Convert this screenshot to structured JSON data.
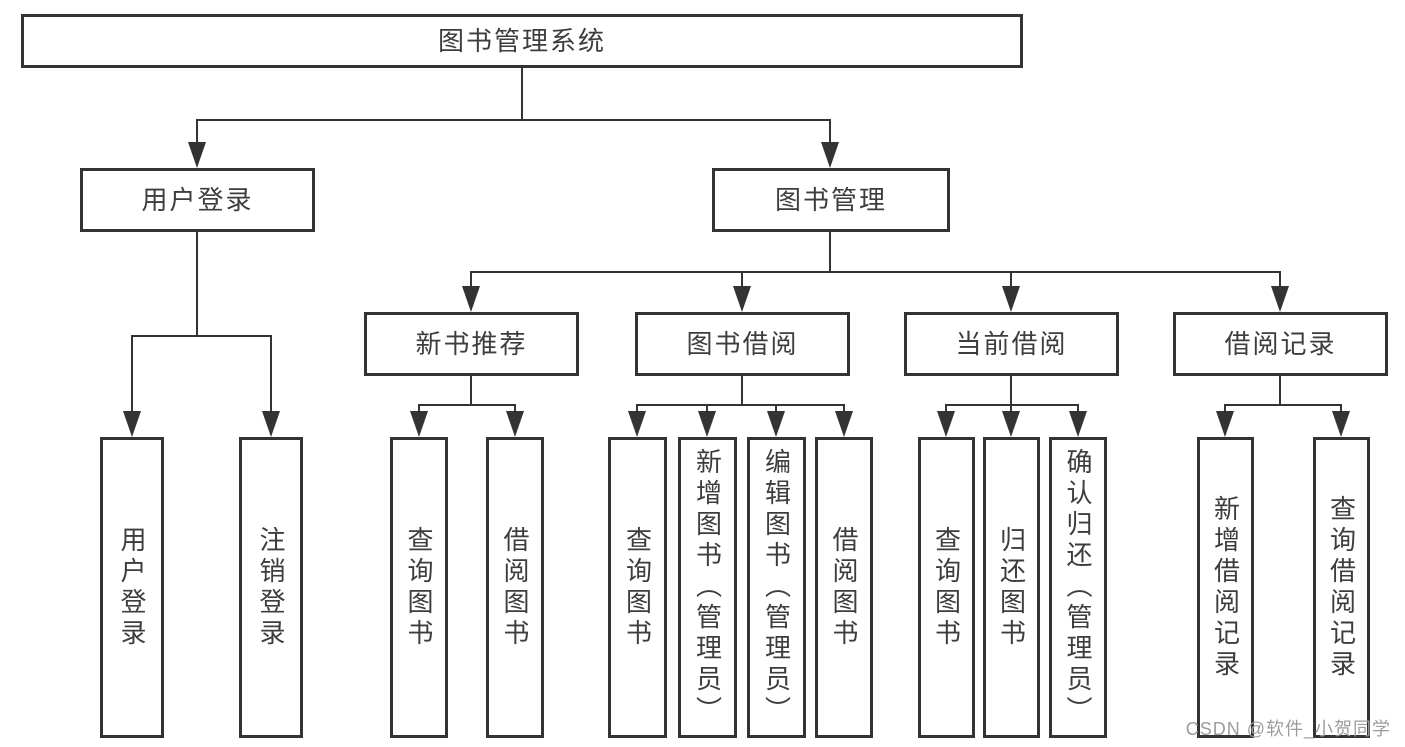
{
  "diagram": {
    "root": "图书管理系统",
    "branches": {
      "user_login": {
        "label": "用户登录",
        "children": {
          "login": "用户登录",
          "logout": "注销登录"
        }
      },
      "book_mgmt": {
        "label": "图书管理",
        "sections": {
          "new_book": {
            "label": "新书推荐",
            "children": {
              "query": "查询图书",
              "borrow": "借阅图书"
            }
          },
          "borrow": {
            "label": "图书借阅",
            "children": {
              "query": "查询图书",
              "add": "新增图书（管理员）",
              "edit": "编辑图书（管理员）",
              "borrow": "借阅图书"
            }
          },
          "current": {
            "label": "当前借阅",
            "children": {
              "query": "查询图书",
              "return": "归还图书",
              "confirm": "确认归还（管理员）"
            }
          },
          "records": {
            "label": "借阅记录",
            "children": {
              "add": "新增借阅记录",
              "query": "查询借阅记录"
            }
          }
        }
      }
    }
  },
  "watermark": "CSDN @软件_小贺同学",
  "colors": {
    "line": "#333333",
    "text": "#3d3d3d",
    "background": "#ffffff",
    "watermark": "#9c9c9c"
  }
}
